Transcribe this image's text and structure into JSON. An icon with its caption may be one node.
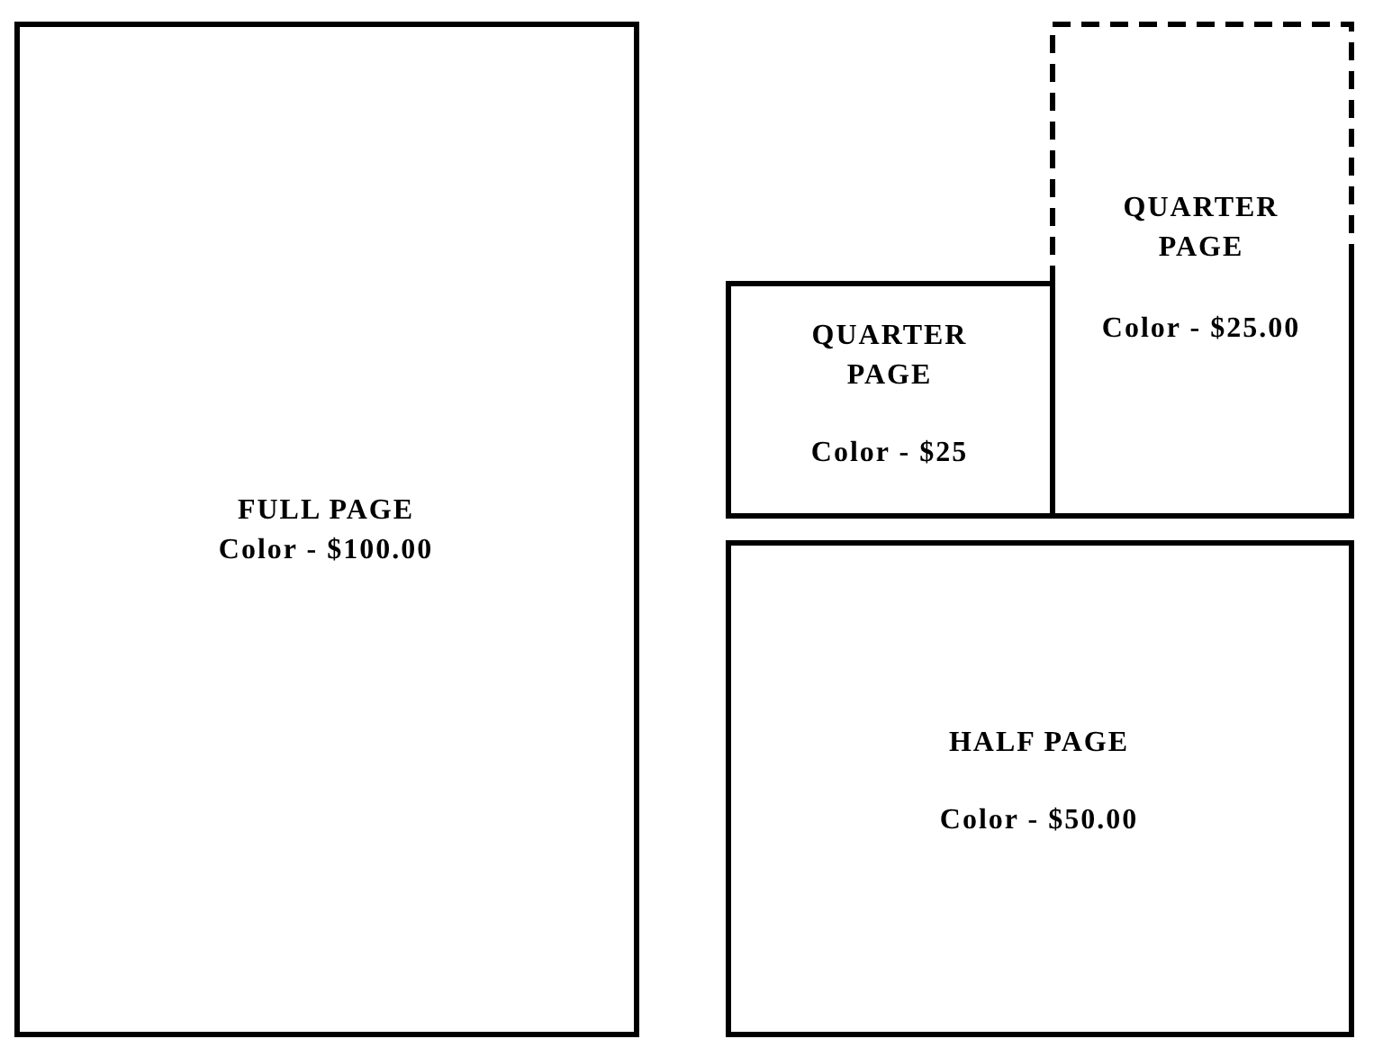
{
  "diagram": {
    "nodes": [
      {
        "text": [
          "FULL PAGE",
          "Color - $100.00"
        ]
      },
      {
        "text": [
          "QUARTER PAGE",
          "Color - $25"
        ]
      },
      {
        "text": [
          "QUARTER PAGE",
          "Color - $25.00"
        ]
      },
      {
        "text": [
          "HALF PAGE",
          "Color - $50.00"
        ]
      }
    ],
    "edges": []
  }
}
